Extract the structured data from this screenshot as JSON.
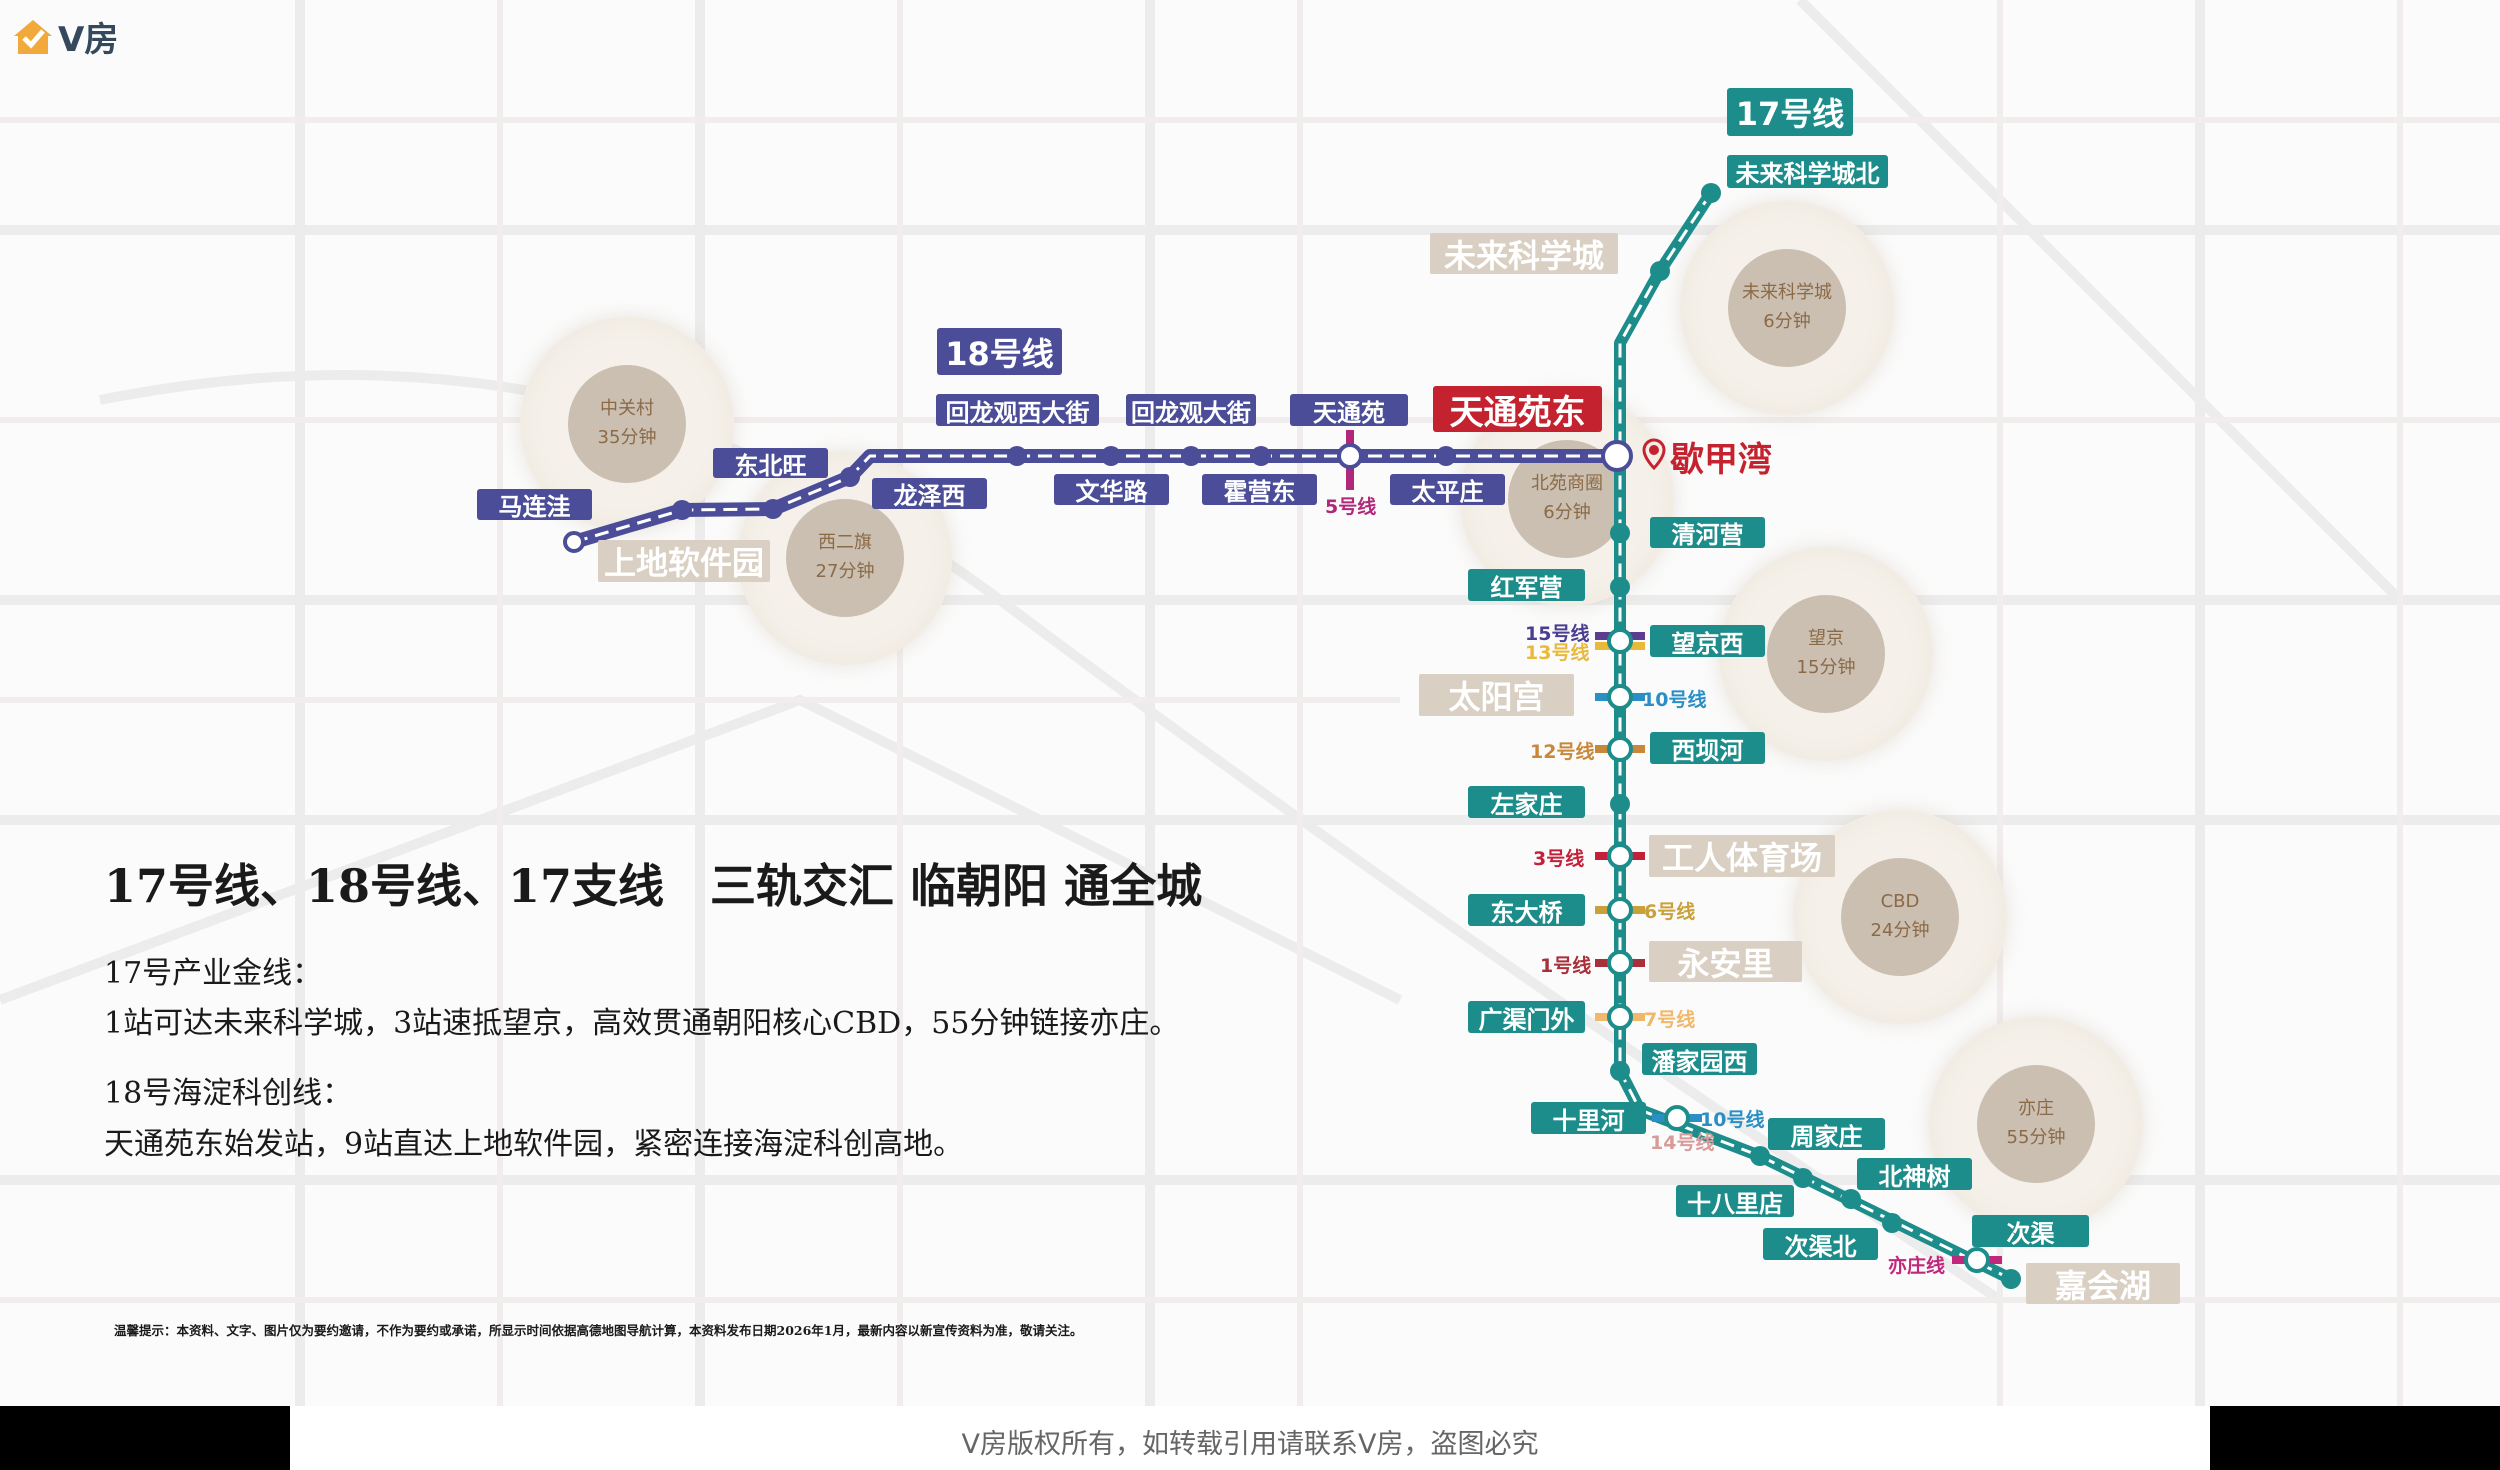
{
  "brand": {
    "logo_text": "V房",
    "accent": "#f0a93a"
  },
  "footer": {
    "copyright": "V房版权所有，如转载引用请联系V房，盗图必究"
  },
  "headline": "17号线、18号线、17支线　三轨交汇 临朝阳 通全城",
  "descriptions": [
    {
      "title": "17号产业金线：",
      "text": "1站可达未来科学城，3站速抵望京，高效贯通朝阳核心CBD，55分钟链接亦庄。"
    },
    {
      "title": "18号海淀科创线：",
      "text": "天通苑东始发站，9站直达上地软件园，紧密连接海淀科创高地。"
    }
  ],
  "disclaimer": "温馨提示：本资料、文字、图片仅为要约邀请，不作为要约或承诺，所显示时间依据高德地图导航计算，本资料发布日期2026年1月，最新内容以新宣传资料为准，敬请关注。",
  "colors": {
    "line18": "#4b4d99",
    "line17": "#1d8d8b",
    "highlight": "#c4222e",
    "place": "#d9cfc2"
  },
  "line18": {
    "name": "18号线",
    "stations": [
      "马连洼",
      "东北旺",
      "龙泽西",
      "回龙观西大街",
      "文华路",
      "回龙观大街",
      "霍营东",
      "天通苑",
      "太平庄",
      "天通苑东"
    ],
    "transfer_5": "5号线"
  },
  "line17": {
    "name": "17号线",
    "stations": [
      "未来科学城北",
      "清河营",
      "红军营",
      "望京西",
      "西坝河",
      "左家庄",
      "东大桥",
      "广渠门外",
      "潘家园西",
      "十里河",
      "周家庄",
      "北神树",
      "十八里店",
      "次渠北",
      "次渠"
    ],
    "transfers": {
      "l15": "15号线",
      "l13": "13号线",
      "l10a": "10号线",
      "l12": "12号线",
      "l3": "3号线",
      "l6": "6号线",
      "l1": "1号线",
      "l7": "7号线",
      "l10b": "10号线",
      "l14": "14号线",
      "yz": "亦庄线"
    }
  },
  "project": {
    "name": "歇甲湾"
  },
  "places": [
    "未来科学城",
    "上地软件园",
    "太阳宫",
    "工人体育场",
    "永安里",
    "嘉会湖"
  ],
  "hubs": [
    {
      "name": "中关村",
      "time": "35分钟"
    },
    {
      "name": "西二旗",
      "time": "27分钟"
    },
    {
      "name": "未来科学城",
      "time": "6分钟"
    },
    {
      "name": "北苑商圈",
      "time": "6分钟"
    },
    {
      "name": "望京",
      "time": "15分钟"
    },
    {
      "name": "CBD",
      "time": "24分钟"
    },
    {
      "name": "亦庄",
      "time": "55分钟"
    }
  ]
}
